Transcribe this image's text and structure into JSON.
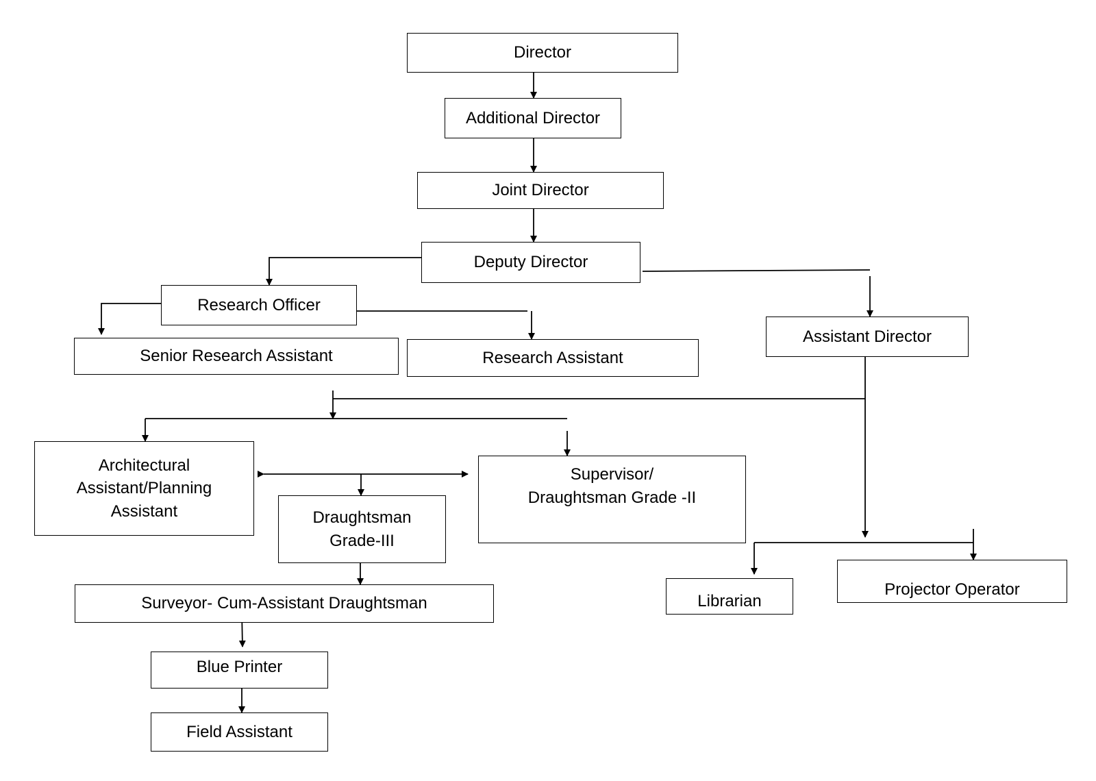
{
  "nodes": {
    "director": "Director",
    "additional_director": "Additional Director",
    "joint_director": "Joint Director",
    "deputy_director": "Deputy Director",
    "research_officer": "Research Officer",
    "senior_research_assistant": "Senior Research Assistant",
    "research_assistant": "Research Assistant",
    "assistant_director": "Assistant Director",
    "architectural_assistant": "Architectural\nAssistant/Planning\nAssistant",
    "supervisor": "Supervisor/\nDraughtsman Grade -II",
    "draughtsman_grade_iii": "Draughtsman\nGrade-III",
    "librarian": "Librarian",
    "projector_operator": "Projector Operator",
    "surveyor": "Surveyor- Cum-Assistant Draughtsman",
    "blue_printer": "Blue Printer",
    "field_assistant": "Field Assistant"
  }
}
